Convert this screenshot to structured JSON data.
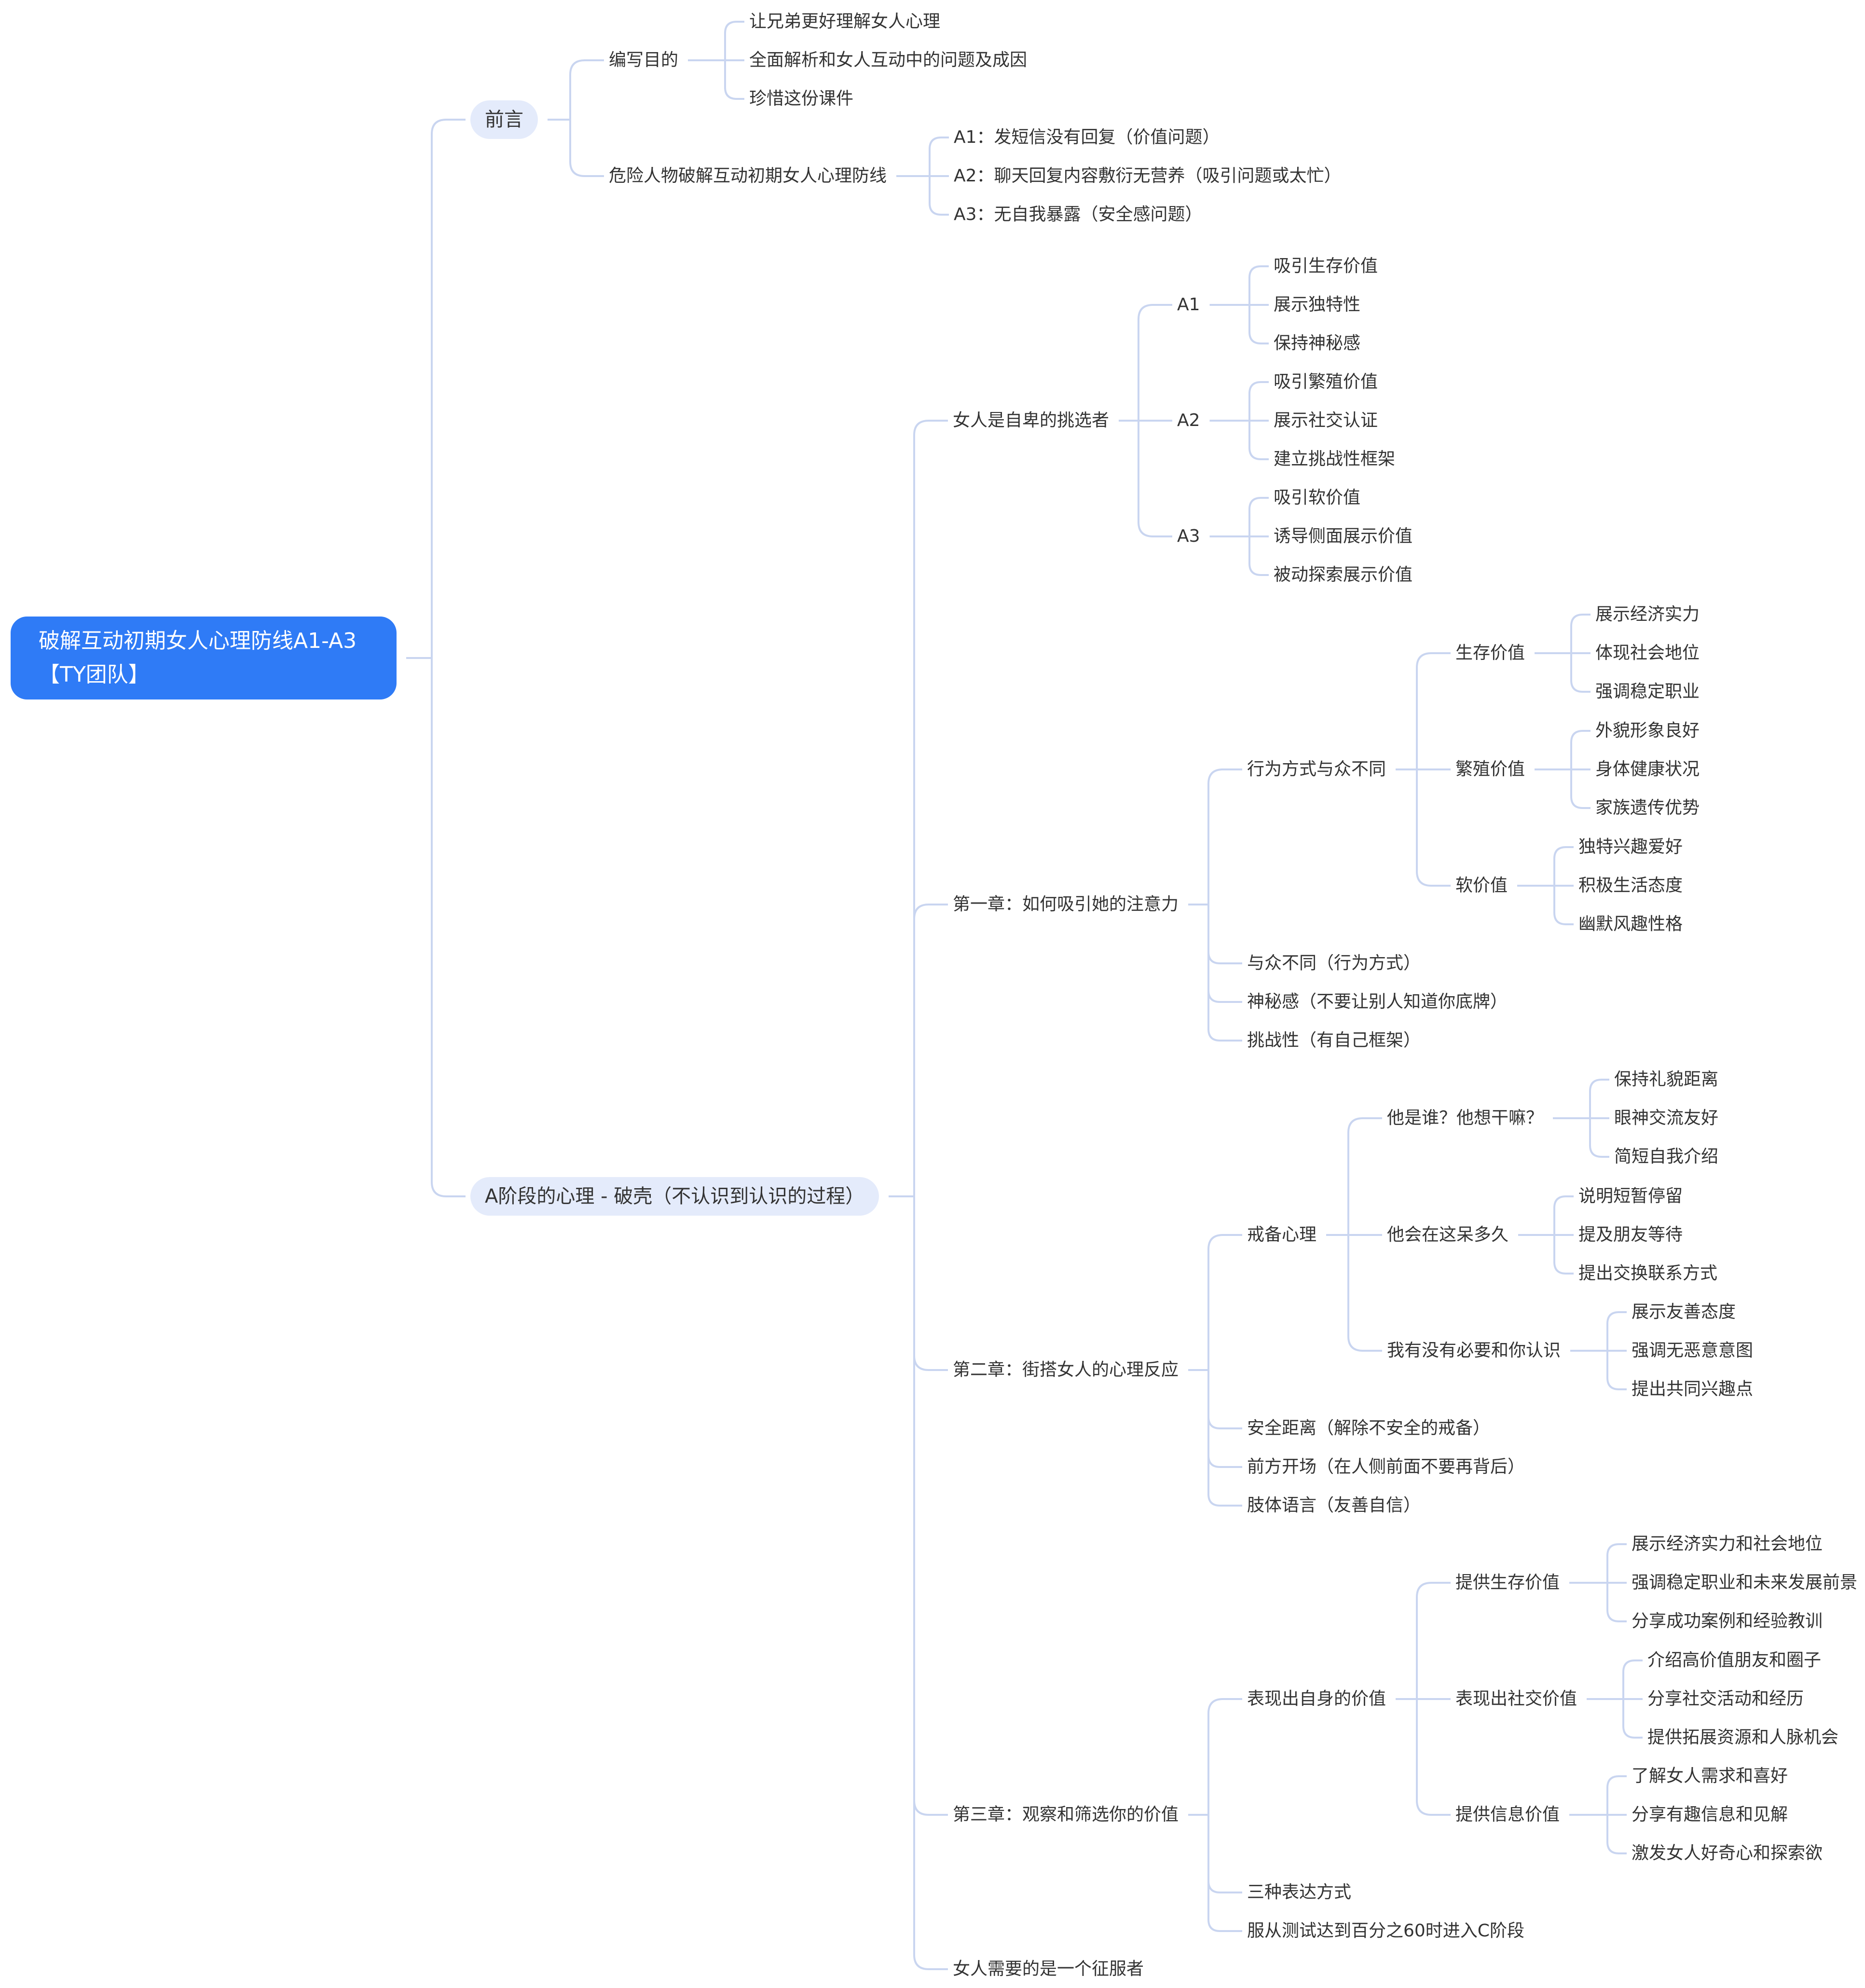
{
  "root": {
    "line1": "破解互动初期女人心理防线A1-A3",
    "line2": "【TY团队】"
  },
  "branches": {
    "preface": {
      "label": "前言",
      "purpose": {
        "label": "编写目的",
        "items": [
          "让兄弟更好理解女人心理",
          "全面解析和女人互动中的问题及成因",
          "珍惜这份课件"
        ]
      },
      "danger": {
        "label": "危险人物破解互动初期女人心理防线",
        "items": [
          "A1：发短信没有回复（价值问题）",
          "A2：聊天回复内容敷衍无营养（吸引问题或太忙）",
          "A3：无自我暴露（安全感问题）"
        ]
      }
    },
    "stage_a": {
      "label": "A阶段的心理 - 破壳（不认识到认识的过程）",
      "picker": {
        "label": "女人是自卑的挑选者",
        "a1": {
          "label": "A1",
          "items": [
            "吸引生存价值",
            "展示独特性",
            "保持神秘感"
          ]
        },
        "a2": {
          "label": "A2",
          "items": [
            "吸引繁殖价值",
            "展示社交认证",
            "建立挑战性框架"
          ]
        },
        "a3": {
          "label": "A3",
          "items": [
            "吸引软价值",
            "诱导侧面展示价值",
            "被动探索展示价值"
          ]
        }
      },
      "ch1": {
        "label": "第一章：如何吸引她的注意力",
        "behavior": {
          "label": "行为方式与众不同",
          "survival": {
            "label": "生存价值",
            "items": [
              "展示经济实力",
              "体现社会地位",
              "强调稳定职业"
            ]
          },
          "breeding": {
            "label": "繁殖价值",
            "items": [
              "外貌形象良好",
              "身体健康状况",
              "家族遗传优势"
            ]
          },
          "soft": {
            "label": "软价值",
            "items": [
              "独特兴趣爱好",
              "积极生活态度",
              "幽默风趣性格"
            ]
          }
        },
        "others": [
          "与众不同（行为方式）",
          "神秘感（不要让别人知道你底牌）",
          "挑战性（有自己框架）"
        ]
      },
      "ch2": {
        "label": "第二章：街搭女人的心理反应",
        "guard": {
          "label": "戒备心理",
          "who": {
            "label": "他是谁？他想干嘛？",
            "items": [
              "保持礼貌距离",
              "眼神交流友好",
              "简短自我介绍"
            ]
          },
          "stay": {
            "label": "他会在这呆多久",
            "items": [
              "说明短暂停留",
              "提及朋友等待",
              "提出交换联系方式"
            ]
          },
          "need": {
            "label": "我有没有必要和你认识",
            "items": [
              "展示友善态度",
              "强调无恶意意图",
              "提出共同兴趣点"
            ]
          }
        },
        "others": [
          "安全距离（解除不安全的戒备）",
          "前方开场（在人侧前面不要再背后）",
          "肢体语言（友善自信）"
        ]
      },
      "ch3": {
        "label": "第三章：观察和筛选你的价值",
        "show": {
          "label": "表现出自身的价值",
          "survival": {
            "label": "提供生存价值",
            "items": [
              "展示经济实力和社会地位",
              "强调稳定职业和未来发展前景",
              "分享成功案例和经验教训"
            ]
          },
          "social": {
            "label": "表现出社交价值",
            "items": [
              "介绍高价值朋友和圈子",
              "分享社交活动和经历",
              "提供拓展资源和人脉机会"
            ]
          },
          "info": {
            "label": "提供信息价值",
            "items": [
              "了解女人需求和喜好",
              "分享有趣信息和见解",
              "激发女人好奇心和探索欲"
            ]
          }
        },
        "others": [
          "三种表达方式",
          "服从测试达到百分之60时进入C阶段"
        ]
      },
      "conqueror": "女人需要的是一个征服者"
    }
  }
}
